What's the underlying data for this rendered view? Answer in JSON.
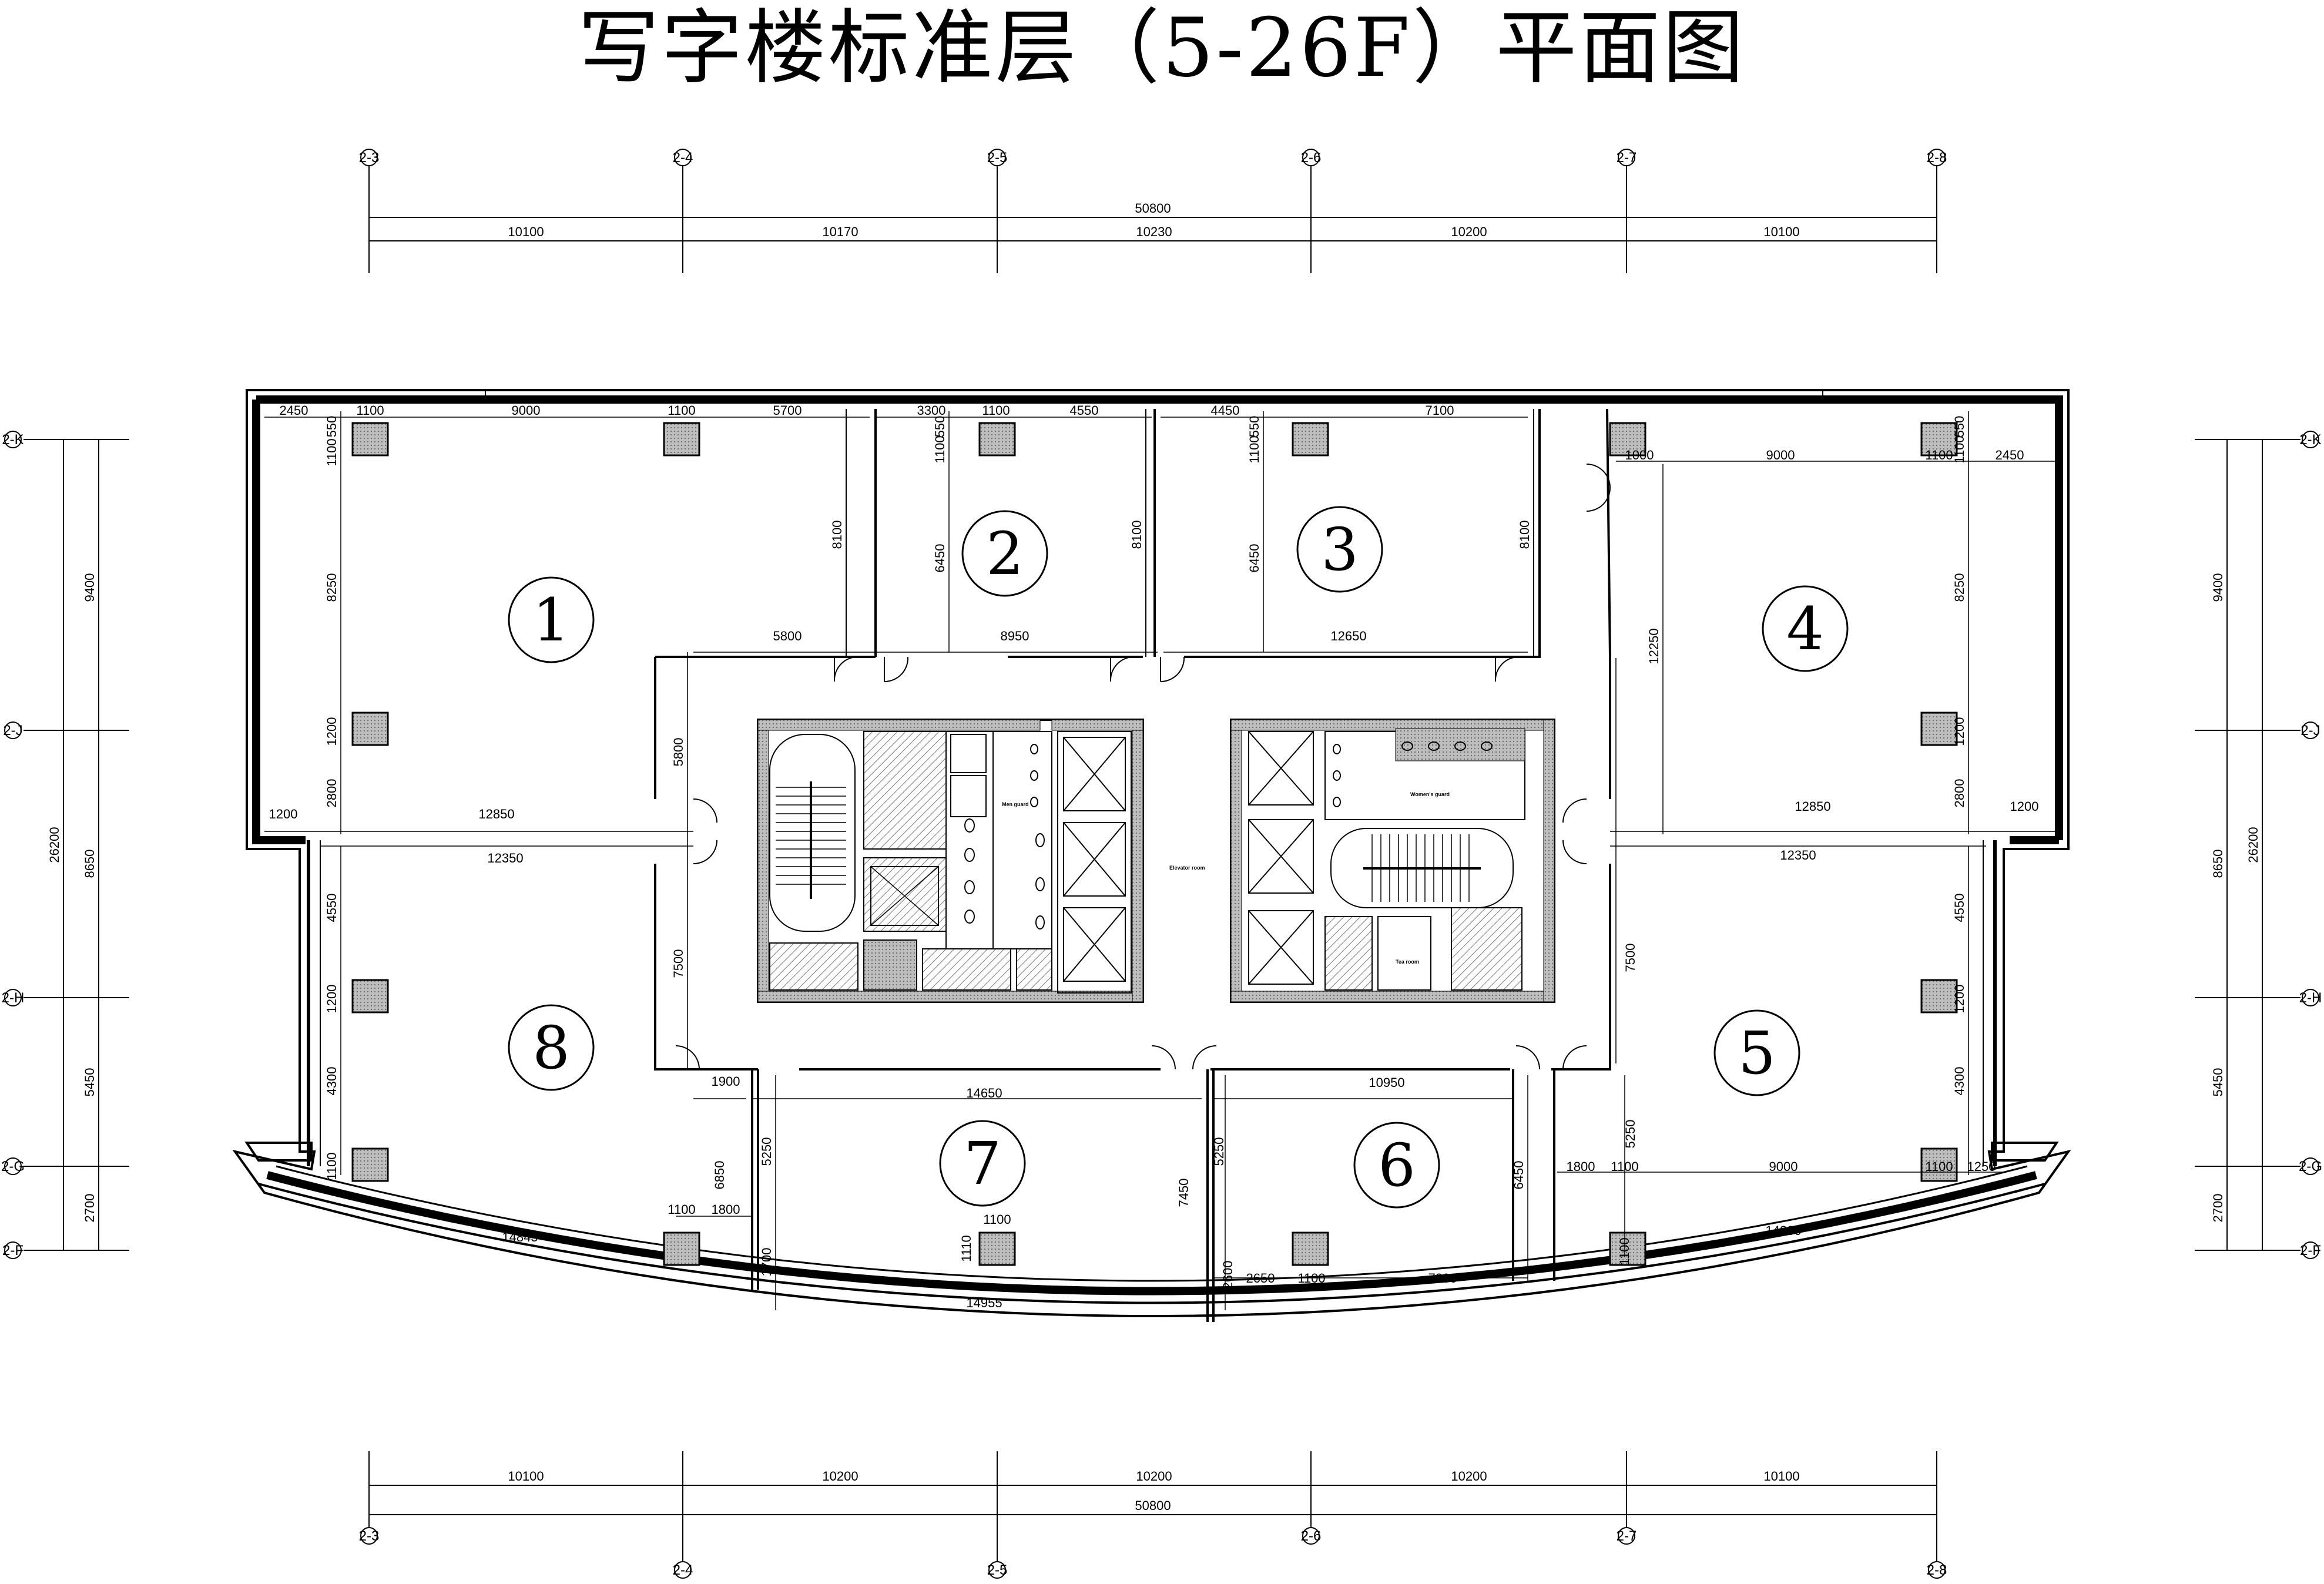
{
  "title": "写字楼标准层（5-26F）平面图",
  "axes_top": [
    "2-3",
    "2-4",
    "2-5",
    "2-6",
    "2-7",
    "2-8"
  ],
  "axes_side": [
    "2-K",
    "2-J",
    "2-H",
    "2-G",
    "2-F"
  ],
  "dims": {
    "top_total": "50800",
    "top": [
      "10100",
      "10170",
      "10230",
      "10200",
      "10100"
    ],
    "bottom": [
      "10100",
      "10200",
      "10200",
      "10200",
      "10100"
    ],
    "bottom_total": "50800",
    "side_total": "26200",
    "side": [
      "9400",
      "8650",
      "5450",
      "2700"
    ]
  },
  "units": [
    "1",
    "2",
    "3",
    "4",
    "5",
    "6",
    "7",
    "8"
  ],
  "interior_dims": {
    "a2450": "2450",
    "a1100": "1100",
    "a9000": "9000",
    "a5700": "5700",
    "a3300": "3300",
    "a4550": "4550",
    "a4450": "4450",
    "a7100": "7100",
    "a550": "550",
    "a8100": "8100",
    "a6450": "6450",
    "a8250": "8250",
    "a1200": "1200",
    "a2800": "2800",
    "a12850": "12850",
    "a12350": "12350",
    "a5800": "5800",
    "a8950": "8950",
    "a12650": "12650",
    "a12250": "12250",
    "a1000": "1000",
    "a7500": "7500",
    "a4300": "4300",
    "a1900": "1900",
    "a14650": "14650",
    "a10950": "10950",
    "a5250": "5250",
    "a6850": "6850",
    "a7450": "7450",
    "a1800": "1800",
    "a1700": "1700",
    "a1110": "1110",
    "a2600": "2600",
    "a2650": "2650",
    "a7200": "7200",
    "a1250": "1250",
    "r14845": "14845",
    "r14955": "14955",
    "r14800": "14800"
  },
  "core_labels": {
    "mens": "Men guard",
    "womens": "Women's guard",
    "elevator": "Elevator room",
    "tea": "Tea room"
  }
}
